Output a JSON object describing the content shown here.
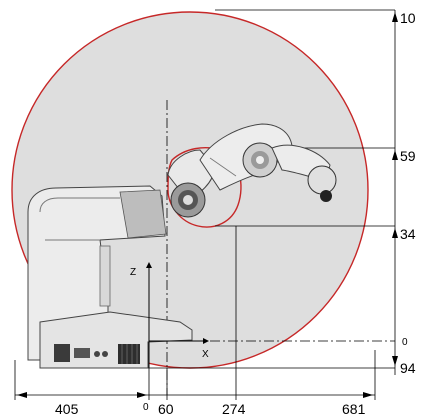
{
  "colors": {
    "workspace_fill": "#dedede",
    "workspace_outline": "#c62828",
    "robot_body": "#ececec",
    "robot_shadow": "#8c8c8c",
    "lines": "#000000"
  },
  "labels": {
    "axis_z": "Z",
    "axis_x": "X",
    "origin_right": "0",
    "origin_bottom": "0"
  },
  "dimensions": {
    "right": [
      {
        "id": "dim-10",
        "text": "10"
      },
      {
        "id": "dim-59",
        "text": "59"
      },
      {
        "id": "dim-34",
        "text": "34"
      },
      {
        "id": "dim-94",
        "text": "94"
      }
    ],
    "bottom": [
      {
        "id": "dim-405",
        "text": "405"
      },
      {
        "id": "dim-60",
        "text": "60"
      },
      {
        "id": "dim-274",
        "text": "274"
      },
      {
        "id": "dim-681",
        "text": "681"
      }
    ]
  }
}
